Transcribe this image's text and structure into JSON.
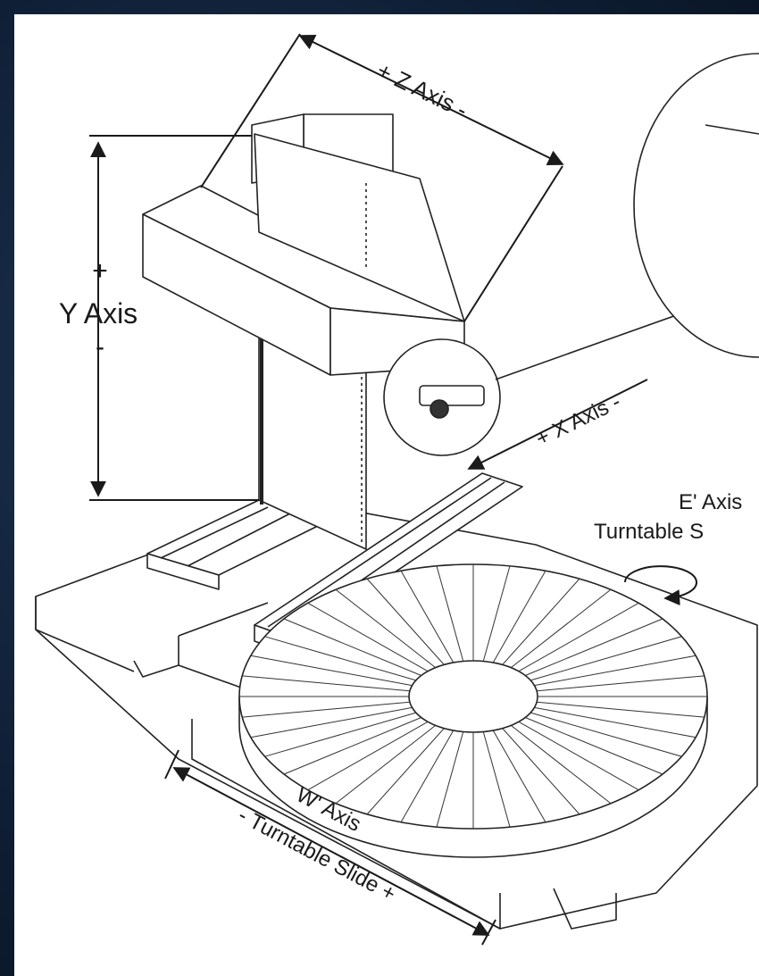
{
  "labels": {
    "z_axis": "+ Z Axis -",
    "y_plus": "+",
    "y_axis": "Y Axis",
    "y_minus": "-",
    "x_axis": "+ X Axis -",
    "e_axis": "E' Axis",
    "e_sub": "Turntable S",
    "w_axis": "W' Axis",
    "w_sub": "- Turntable Slide +"
  },
  "colors": {
    "background": "#0f1f36",
    "paper": "#ffffff",
    "ink": "#1a1a1a"
  }
}
